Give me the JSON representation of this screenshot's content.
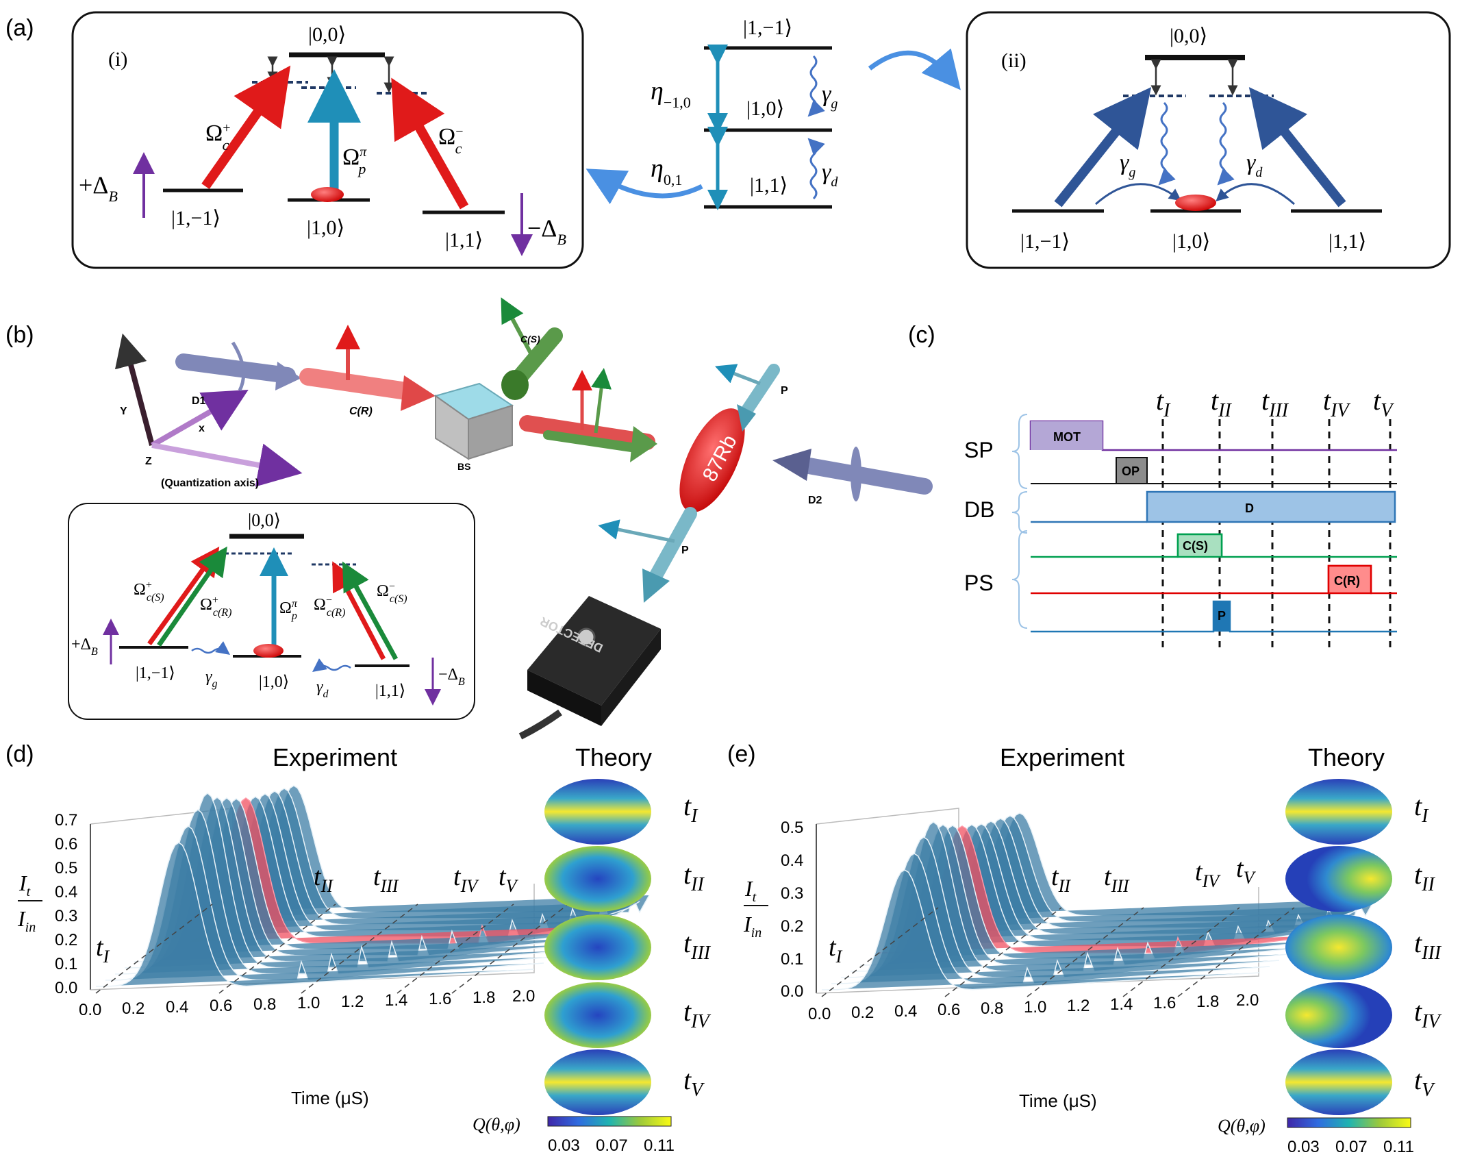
{
  "panels": {
    "a": {
      "label": "(a)",
      "sub_i": "(i)",
      "sub_ii": "(ii)",
      "ket_00": "|0,0⟩",
      "ket_1m1": "|1,−1⟩",
      "ket_10": "|1,0⟩",
      "ket_11": "|1,1⟩",
      "omega_c_plus": "Ω",
      "omega_c_plus_sup": "+",
      "omega_c_plus_sub": "c",
      "omega_c_minus": "Ω",
      "omega_c_minus_sup": "−",
      "omega_c_minus_sub": "c",
      "omega_p": "Ω",
      "omega_p_sup": "π",
      "omega_p_sub": "p",
      "delta_plus": "+Δ",
      "delta_minus": "−Δ",
      "delta_sub": "B",
      "eta_m10": "η",
      "eta_m10_sub": "−1,0",
      "eta_01": "η",
      "eta_01_sub": "0,1",
      "gamma_g": "γ",
      "gamma_g_sub": "g",
      "gamma_d": "γ",
      "gamma_d_sub": "d"
    },
    "b": {
      "label": "(b)",
      "D1": "D1",
      "CR": "C(R)",
      "CS": "C(S)",
      "BS": "BS",
      "Rb": "87Rb",
      "D2": "D2",
      "P": "P",
      "detector": "DETECTOR",
      "axis_y": "Y",
      "axis_x": "x",
      "axis_z": "Z",
      "axis_quant": "(Quantization axis)",
      "inset_omega_cS_plus_sub": "c(S)",
      "inset_omega_cR_plus_sub": "c(R)",
      "inset_omega_cR_minus_sub": "c(R)",
      "inset_omega_cS_minus_sub": "c(S)"
    },
    "c": {
      "label": "(c)",
      "times": [
        "I",
        "II",
        "III",
        "IV",
        "V"
      ],
      "time_prefix": "t",
      "rows": [
        "SP",
        "DB",
        "PS"
      ],
      "pulses": {
        "mot": "MOT",
        "op": "OP",
        "d": "D",
        "cs": "C(S)",
        "cr": "C(R)",
        "p": "P"
      }
    },
    "d": {
      "label": "(d)",
      "experiment_title": "Experiment",
      "theory_title": "Theory",
      "y_ticks": [
        "0.0",
        "0.1",
        "0.2",
        "0.3",
        "0.4",
        "0.5",
        "0.6",
        "0.7"
      ],
      "x_ticks": [
        "0.0",
        "0.2",
        "0.4",
        "0.6",
        "0.8",
        "1.0",
        "1.2",
        "1.4",
        "1.6",
        "1.8",
        "2.0"
      ],
      "x_label": "Time (μS)",
      "y_label_num": "I",
      "y_label_num_sub": "t",
      "y_label_den": "I",
      "y_label_den_sub": "in",
      "colorbar_label": "Q(θ,φ)",
      "colorbar_ticks": [
        "0.03",
        "0.07",
        "0.11"
      ]
    },
    "e": {
      "label": "(e)",
      "experiment_title": "Experiment",
      "theory_title": "Theory",
      "y_ticks": [
        "0.0",
        "0.1",
        "0.2",
        "0.3",
        "0.4",
        "0.5"
      ],
      "x_ticks": [
        "0.0",
        "0.2",
        "0.4",
        "0.6",
        "0.8",
        "1.0",
        "1.2",
        "1.4",
        "1.6",
        "1.8",
        "2.0"
      ],
      "x_label": "Time (μS)",
      "colorbar_label": "Q(θ,φ)",
      "colorbar_ticks": [
        "0.03",
        "0.07",
        "0.11"
      ]
    }
  },
  "colors": {
    "red_arrow": "#e01a1a",
    "teal_arrow": "#1f8fb8",
    "blue_arrow": "#2f5597",
    "wavy": "#4472c4",
    "purple": "#7030a0",
    "mot": "#b4a7d6",
    "op": "#8c8c8c",
    "d_pulse": "#9dc3e6",
    "cs_pulse": "#a9e0c0",
    "cr_pulse": "#ff8c8c",
    "p_pulse": "#1f77b4",
    "sp_line": "#7030a0",
    "db_line": "#2e75b6",
    "cs_line": "#00a050",
    "cr_line": "#e00000",
    "peak_blue": "#3d7ea6",
    "peak_red": "#f05060"
  }
}
